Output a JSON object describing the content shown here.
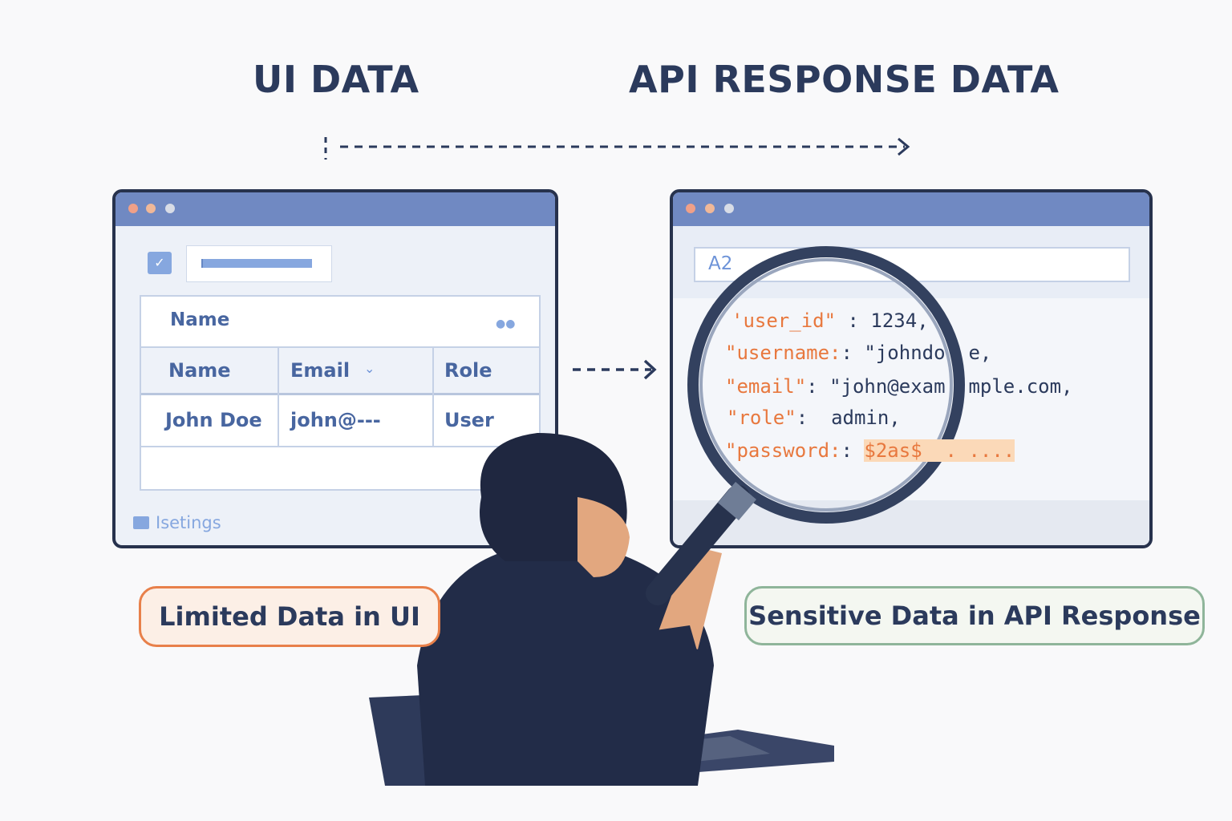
{
  "titles": {
    "left": "UI DATA",
    "right": "API RESPONSE DATA"
  },
  "ui_window": {
    "table_title": "Name",
    "columns": [
      "Name",
      "Email",
      "Role"
    ],
    "rows": [
      [
        "John Doe",
        "john@---",
        "User"
      ]
    ],
    "footer_link": "Isetings"
  },
  "api_window": {
    "address": "A2",
    "lines": [
      {
        "key": "'user_id\"",
        "sep": " : ",
        "value": "1234,"
      },
      {
        "key": "\"username:",
        "sep": ": ",
        "value": "\"johndo  e,"
      },
      {
        "key": "\"email\"",
        "sep": ": ",
        "value": "\"john@exam  mple.com,"
      },
      {
        "key": "\"role\"",
        "sep": ":  ",
        "value": "admin,"
      },
      {
        "key": "\"password:",
        "sep": ": ",
        "value": "$2as$  . ...."
      }
    ]
  },
  "labels": {
    "left": "Limited Data in UI",
    "right": "Sensitive Data in API Response"
  },
  "colors": {
    "navy": "#27324d",
    "titlebar": "#7089c2",
    "orange": "#e8783e",
    "green": "#8fb59a"
  }
}
